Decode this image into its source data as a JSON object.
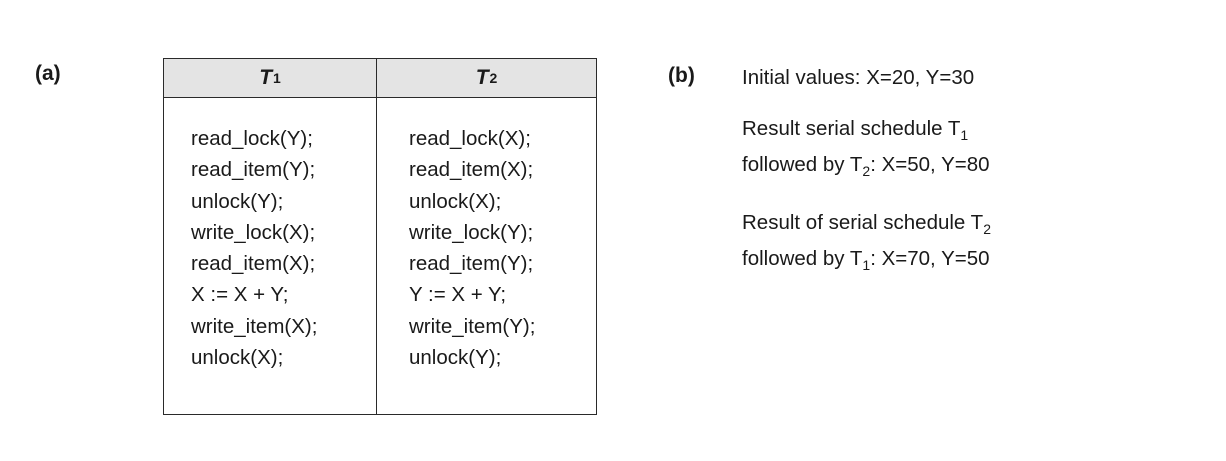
{
  "panel_a": {
    "label": "(a)",
    "columns": [
      {
        "header": "T",
        "subscript": "1",
        "operations": [
          "read_lock(Y);",
          "read_item(Y);",
          "unlock(Y);",
          "write_lock(X);",
          "read_item(X);",
          "X := X + Y;",
          "write_item(X);",
          "unlock(X);"
        ]
      },
      {
        "header": "T",
        "subscript": "2",
        "operations": [
          "read_lock(X);",
          "read_item(X);",
          "unlock(X);",
          "write_lock(Y);",
          "read_item(Y);",
          "Y := X + Y;",
          "write_item(Y);",
          "unlock(Y);"
        ]
      }
    ]
  },
  "panel_b": {
    "label": "(b)",
    "initial_values": "Initial values: X=20, Y=30",
    "schedule_1": {
      "line1_prefix": "Result serial schedule T",
      "line1_sub": "1",
      "line2_prefix": "followed by T",
      "line2_sub": "2",
      "line2_suffix": ": X=50, Y=80"
    },
    "schedule_2": {
      "line1_prefix": "Result of serial schedule T",
      "line1_sub": "2",
      "line2_prefix": "followed by T",
      "line2_sub": "1",
      "line2_suffix": ": X=70, Y=50"
    }
  }
}
